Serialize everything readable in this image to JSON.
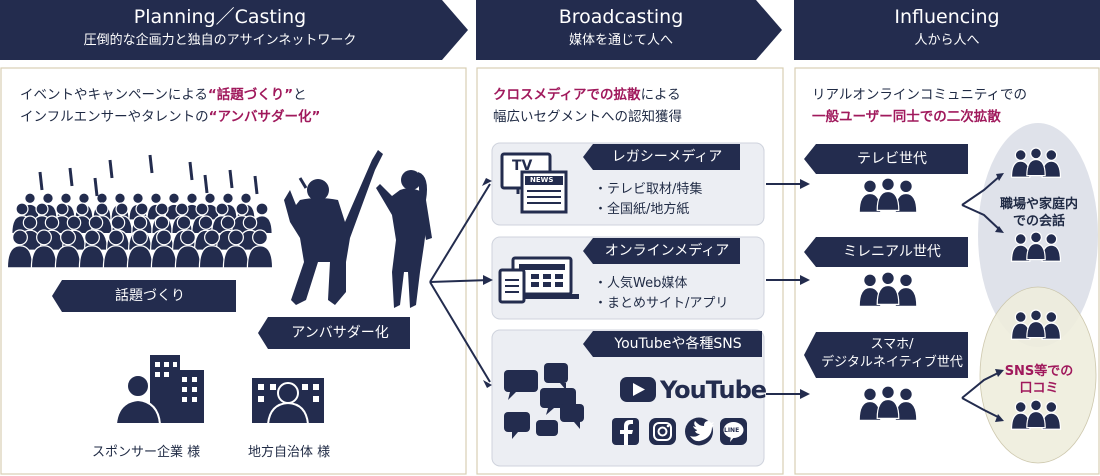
{
  "columns": [
    {
      "title": "Planning／Casting",
      "subtitle": "圧倒的な企画力と独自のアサインネットワーク"
    },
    {
      "title": "Broadcasting",
      "subtitle": "媒体を通じて人へ"
    },
    {
      "title": "Influencing",
      "subtitle": "人から人へ"
    }
  ],
  "planning": {
    "intro_line1_a": "イベントやキャンペーンによる",
    "intro_line1_b": "“話題づくり”",
    "intro_line1_c": "と",
    "intro_line2_a": "インフルエンサーやタレントの",
    "intro_line2_b": "“アンバサダー化”",
    "tag_buzz": "話題づくり",
    "tag_ambassador": "アンバサダー化",
    "sponsor_label": "スポンサー企業 様",
    "municipality_label": "地方自治体 様"
  },
  "broadcasting": {
    "intro_line1_a": "クロスメディアでの拡散",
    "intro_line1_b": "による",
    "intro_line2": "幅広いセグメントへの認知獲得",
    "legacy": {
      "tag": "レガシーメディア",
      "bullets": [
        "・テレビ取材/特集",
        "・全国紙/地方紙"
      ],
      "icon_tv": "TV",
      "icon_news": "NEWS"
    },
    "online": {
      "tag": "オンラインメディア",
      "bullets": [
        "・人気Web媒体",
        "・まとめサイト/アプリ"
      ]
    },
    "sns": {
      "tag": "YouTubeや各種SNS",
      "youtube": "YouTube",
      "line": "LINE"
    }
  },
  "influencing": {
    "intro_line1": "リアルオンラインコミュニティでの",
    "intro_line2": "一般ユーザー同士での二次拡散",
    "gen_tv": "テレビ世代",
    "gen_millennial": "ミレニアル世代",
    "gen_native_line1": "スマホ/",
    "gen_native_line2": "デジタルネイティブ世代",
    "conv_line1": "職場や家庭内",
    "conv_line2": "での会話",
    "sns_line1": "SNS等での",
    "sns_line2": "口コミ"
  },
  "colors": {
    "navy": "#232c4e",
    "accent": "#a0195c",
    "panel_border": "#d8cfb3",
    "box_bg": "#eceef3",
    "bubble": "#dfe2ea",
    "bubble_sns": "#efeedd"
  }
}
